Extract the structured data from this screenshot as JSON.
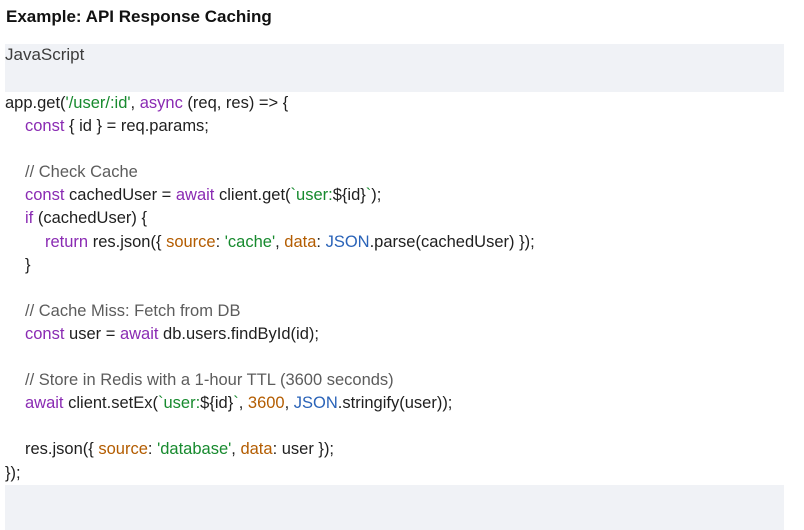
{
  "title": "Example: API Response Caching",
  "code_block": {
    "language": "JavaScript",
    "lines": [
      {
        "indent": 0,
        "tokens": [
          {
            "t": "app.get("
          },
          {
            "t": "'/user/:id'",
            "c": "str"
          },
          {
            "t": ", "
          },
          {
            "t": "async",
            "c": "kw"
          },
          {
            "t": " (req, res) => {"
          }
        ]
      },
      {
        "indent": 1,
        "tokens": [
          {
            "t": "const",
            "c": "kw"
          },
          {
            "t": " { id } = req.params;"
          }
        ]
      },
      {
        "indent": 0,
        "tokens": []
      },
      {
        "indent": 1,
        "tokens": [
          {
            "t": "// Check Cache",
            "c": "cm"
          }
        ]
      },
      {
        "indent": 1,
        "tokens": [
          {
            "t": "const",
            "c": "kw"
          },
          {
            "t": " cachedUser = "
          },
          {
            "t": "await",
            "c": "kw"
          },
          {
            "t": " client.get("
          },
          {
            "t": "`user:",
            "c": "str"
          },
          {
            "t": "${id}"
          },
          {
            "t": "`",
            "c": "str"
          },
          {
            "t": ");"
          }
        ]
      },
      {
        "indent": 1,
        "tokens": [
          {
            "t": "if",
            "c": "kw"
          },
          {
            "t": " (cachedUser) {"
          }
        ]
      },
      {
        "indent": 2,
        "tokens": [
          {
            "t": "return",
            "c": "kw"
          },
          {
            "t": " res.json({ "
          },
          {
            "t": "source",
            "c": "prop"
          },
          {
            "t": ": "
          },
          {
            "t": "'cache'",
            "c": "str"
          },
          {
            "t": ", "
          },
          {
            "t": "data",
            "c": "prop"
          },
          {
            "t": ": "
          },
          {
            "t": "JSON",
            "c": "glob"
          },
          {
            "t": ".parse(cachedUser) });"
          }
        ]
      },
      {
        "indent": 1,
        "tokens": [
          {
            "t": "}"
          }
        ]
      },
      {
        "indent": 0,
        "tokens": []
      },
      {
        "indent": 1,
        "tokens": [
          {
            "t": "// Cache Miss: Fetch from DB",
            "c": "cm"
          }
        ]
      },
      {
        "indent": 1,
        "tokens": [
          {
            "t": "const",
            "c": "kw"
          },
          {
            "t": " user = "
          },
          {
            "t": "await",
            "c": "kw"
          },
          {
            "t": " db.users.findById(id);"
          }
        ]
      },
      {
        "indent": 0,
        "tokens": []
      },
      {
        "indent": 1,
        "tokens": [
          {
            "t": "// Store in Redis with a 1-hour TTL (3600 seconds)",
            "c": "cm"
          }
        ]
      },
      {
        "indent": 1,
        "tokens": [
          {
            "t": "await",
            "c": "kw"
          },
          {
            "t": " client.setEx("
          },
          {
            "t": "`user:",
            "c": "str"
          },
          {
            "t": "${id}"
          },
          {
            "t": "`",
            "c": "str"
          },
          {
            "t": ", "
          },
          {
            "t": "3600",
            "c": "num"
          },
          {
            "t": ", "
          },
          {
            "t": "JSON",
            "c": "glob"
          },
          {
            "t": ".stringify(user));"
          }
        ]
      },
      {
        "indent": 0,
        "tokens": []
      },
      {
        "indent": 1,
        "tokens": [
          {
            "t": "res.json({ "
          },
          {
            "t": "source",
            "c": "prop"
          },
          {
            "t": ": "
          },
          {
            "t": "'database'",
            "c": "str"
          },
          {
            "t": ", "
          },
          {
            "t": "data",
            "c": "prop"
          },
          {
            "t": ": user });"
          }
        ]
      },
      {
        "indent": 0,
        "tokens": [
          {
            "t": "});"
          }
        ]
      }
    ]
  },
  "colors": {
    "keyword": "#8a2bb3",
    "string": "#178a2e",
    "property": "#b35c00",
    "number": "#b35c00",
    "global": "#2a63b8",
    "comment": "#5c5c5c",
    "block_background": "#f0f2f6"
  }
}
